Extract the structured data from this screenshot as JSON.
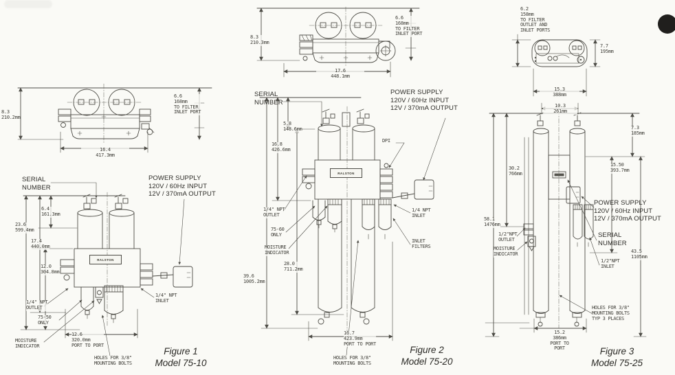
{
  "page": {
    "background": "#fafaf6",
    "ink": "#4c4b45"
  },
  "figures": {
    "fig1": {
      "labels": {
        "tv_height": "8.3\n210.2mm",
        "tv_width": "16.4\n417.3mm",
        "tv_inlet": "6.6\n168mm\nTO FILTER\nINLET PORT",
        "serial": "SERIAL\nNUMBER",
        "power": "POWER SUPPLY\n120V / 60Hz INPUT\n12V / 370mA OUTPUT",
        "dim_161": "6.4\n161.3mm",
        "dim_599": "23.6\n599.4mm",
        "dim_440": "17.4\n440.0mm",
        "dim_304": "12.0\n304.8mm",
        "outlet": "1/4\" NPT\nOUTLET",
        "inlet": "1/4\" NPT\nINLET",
        "only": "75-50\nONLY",
        "moisture": "MOISTURE\nINDICATOR",
        "ptp": "12.6\n320.0mm\nPORT TO PORT",
        "holes": "HOLES FOR 3/8\"\nMOUNTING BOLTS",
        "caption": "Figure 1\nModel 75-10",
        "brand": "RALSTON"
      }
    },
    "fig2": {
      "labels": {
        "tv_height": "8.3\n210.3mm",
        "tv_width": "17.6\n448.1mm",
        "tv_inlet": "6.6\n168mm\nTO FILTER\nINLET PORT",
        "serial": "SERIAL\nNUMBER",
        "power": "POWER SUPPLY\n120V / 60Hz INPUT\n12V / 370mA OUTPUT",
        "dim_148": "5.8\n148.6mm",
        "dim_426": "16.8\n426.6mm",
        "dpi": "DPI",
        "outlet": "1/4\" NPT\nOUTLET",
        "inlet": "1/4 NPT\nINLET",
        "only": "75-60\nONLY",
        "moisture": "MOISTURE\nINDICATOR",
        "dim_711": "28.0\n711.2mm",
        "dim_1005": "39.6\n1005.2mm",
        "inlet_filters": "INLET\nFILTERS",
        "ptp": "16.7\n423.9mm\nPORT TO PORT",
        "holes": "HOLES FOR 3/8\"\nMOUNTING BOLTS",
        "caption": "Figure 2\nModel 75-20",
        "brand": "RALSTON"
      }
    },
    "fig3": {
      "labels": {
        "tv_ports": "6.2\n158mm\nTO FILTER\nOUTLET AND\nINLET PORTS",
        "tv_height": "7.7\n195mm",
        "tv_width": "15.3\n388mm",
        "dim_261": "10.3\n261mm",
        "dim_185": "7.3\n185mm",
        "dim_766": "30.2\n766mm",
        "dim_393": "15.50\n393.7mm",
        "dim_1476": "58.1\n1476mm",
        "outlet": "1/2\"NPT\nOUTLET",
        "moisture": "MOISTURE\nINDICATOR",
        "power": "POWER SUPPLY\n120V / 60Hz INPUT\n12V / 370mA OUTPUT",
        "serial": "SERIAL\nNUMBER",
        "inlet": "1/2\"NPT\nINLET",
        "dim_1105": "43.5\n1105mm",
        "holes": "HOLES FOR 3/8\"\nMOUNTING BOLTS\nTYP 3 PLACES",
        "ptp": "15.2\n386mm\nPORT TO\nPORT",
        "caption": "Figure 3\nModel 75-25"
      }
    }
  }
}
